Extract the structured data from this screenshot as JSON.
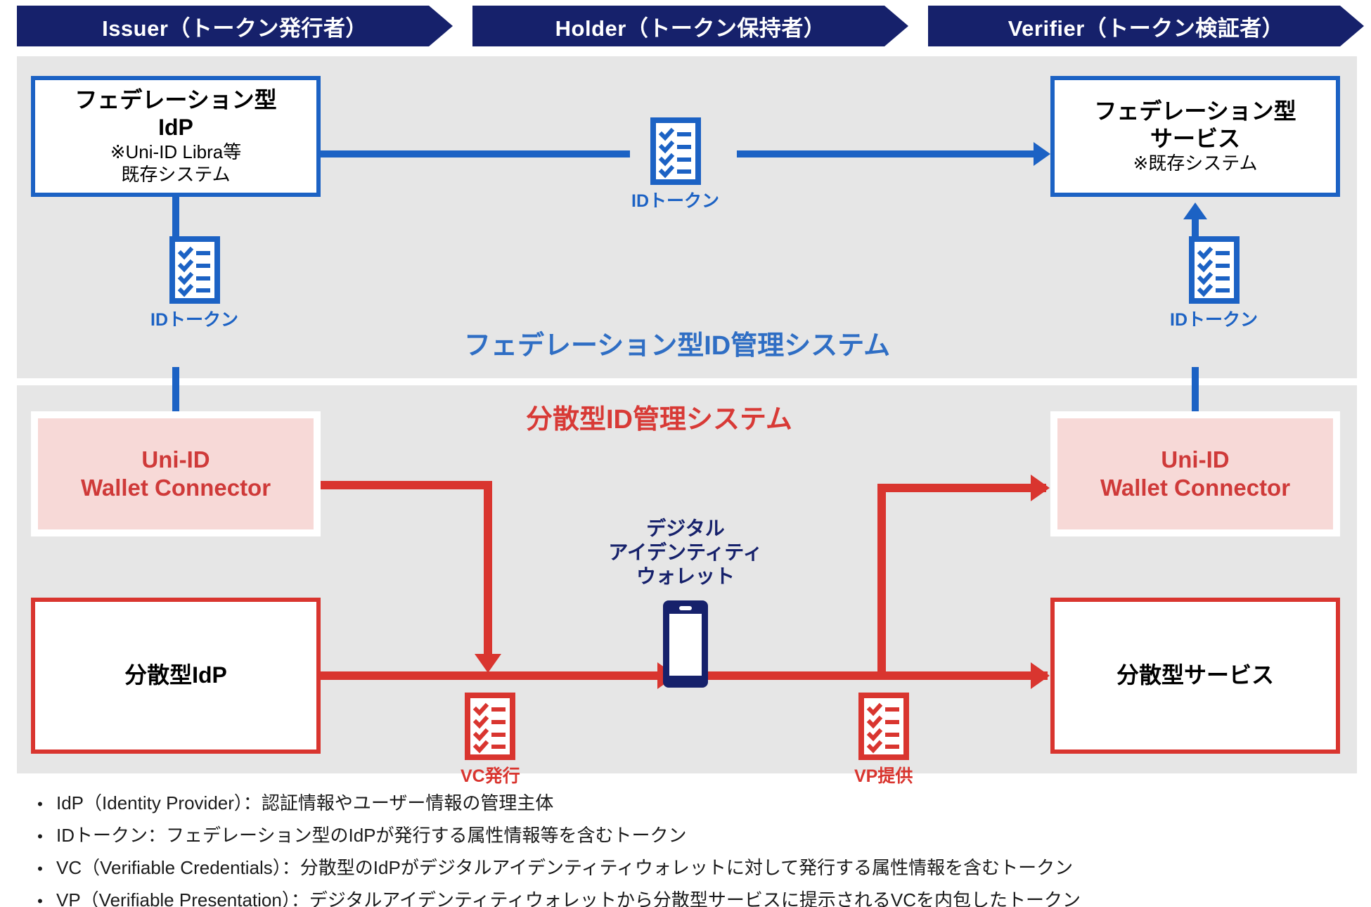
{
  "header": {
    "roles": [
      {
        "label": "Issuer（トークン発行者）",
        "name": "issuer"
      },
      {
        "label": "Holder（トークン保持者）",
        "name": "holder"
      },
      {
        "label": "Verifier（トークン検証者）",
        "name": "verifier"
      }
    ]
  },
  "panels": {
    "federated_title": "フェデレーション型ID管理システム",
    "decentralized_title": "分散型ID管理システム"
  },
  "boxes": {
    "fed_idp": {
      "line1": "フェデレーション型",
      "line2": "IdP",
      "note1": "※Uni-ID Libra等",
      "note2": "既存システム"
    },
    "fed_service": {
      "line1": "フェデレーション型",
      "line2": "サービス",
      "note1": "※既存システム"
    },
    "wallet_connector_left": {
      "line1": "Uni-ID",
      "line2": "Wallet Connector"
    },
    "wallet_connector_right": {
      "line1": "Uni-ID",
      "line2": "Wallet Connector"
    },
    "distributed_idp": {
      "label": "分散型IdP"
    },
    "distributed_service": {
      "label": "分散型サービス"
    }
  },
  "wallet": {
    "label_line1": "デジタル",
    "label_line2": "アイデンティティ",
    "label_line3": "ウォレット"
  },
  "tokens": {
    "id_token_top": "IDトークン",
    "id_token_left": "IDトークン",
    "id_token_right": "IDトークン",
    "vc_issue": "VC発行",
    "vp_provide": "VP提供"
  },
  "legend": {
    "bullet": "•",
    "items": [
      "IdP（Identity Provider）：認証情報やユーザー情報の管理主体",
      "IDトークン：フェデレーション型のIdPが発行する属性情報等を含むトークン",
      "VC（Verifiable Credentials）：分散型のIdPがデジタルアイデンティティウォレットに対して発行する属性情報を含むトークン",
      "VP（Verifiable Presentation）：デジタルアイデンティティウォレットから分散型サービスに提示されるVCを内包したトークン"
    ]
  },
  "colors": {
    "navy": "#16216b",
    "blue": "#1c62c4",
    "blue_title": "#2f6ec4",
    "red": "#d9352f",
    "red_title": "#d83a36",
    "pink_fill": "#f7d9d7",
    "pink_text": "#cf3a39",
    "panel_bg": "#e6e6e6"
  }
}
